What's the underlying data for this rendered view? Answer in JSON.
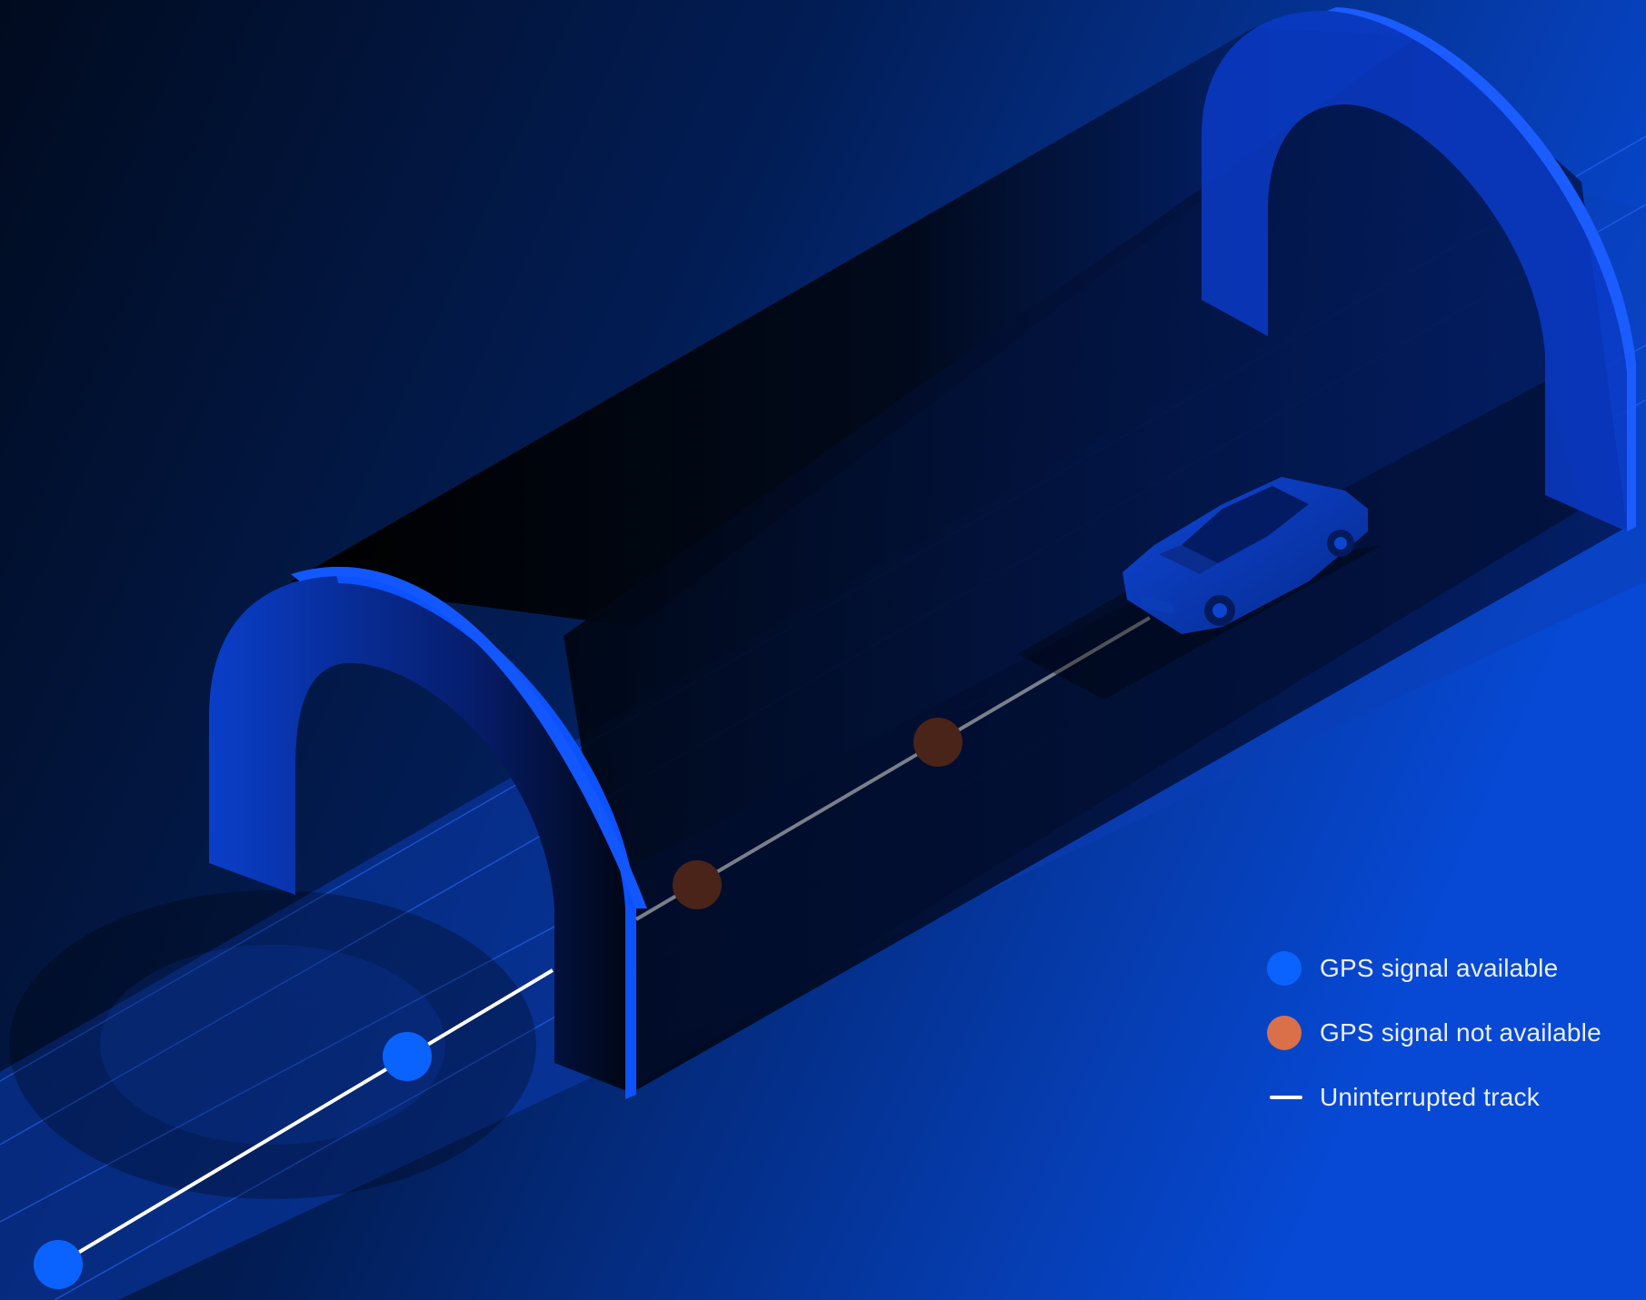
{
  "legend": {
    "items": [
      {
        "label": "GPS signal available",
        "kind": "dot",
        "color": "#0a63ff"
      },
      {
        "label": "GPS signal not available",
        "kind": "dot",
        "color": "#d9704a"
      },
      {
        "label": "Uninterrupted track",
        "kind": "line",
        "color": "#ffffff"
      }
    ]
  },
  "colors": {
    "background_dark": "#010a1d",
    "background_blue": "#0a4fd6",
    "tunnel_arch": "#0b4cf0",
    "gps_available": "#0a63ff",
    "gps_not_available_in_tunnel": "#4a2418",
    "track_visible": "#ffffff",
    "track_in_tunnel": "#7a7f8a",
    "car": "#0a3fc4"
  },
  "icons": {
    "vehicle": "car-icon"
  }
}
